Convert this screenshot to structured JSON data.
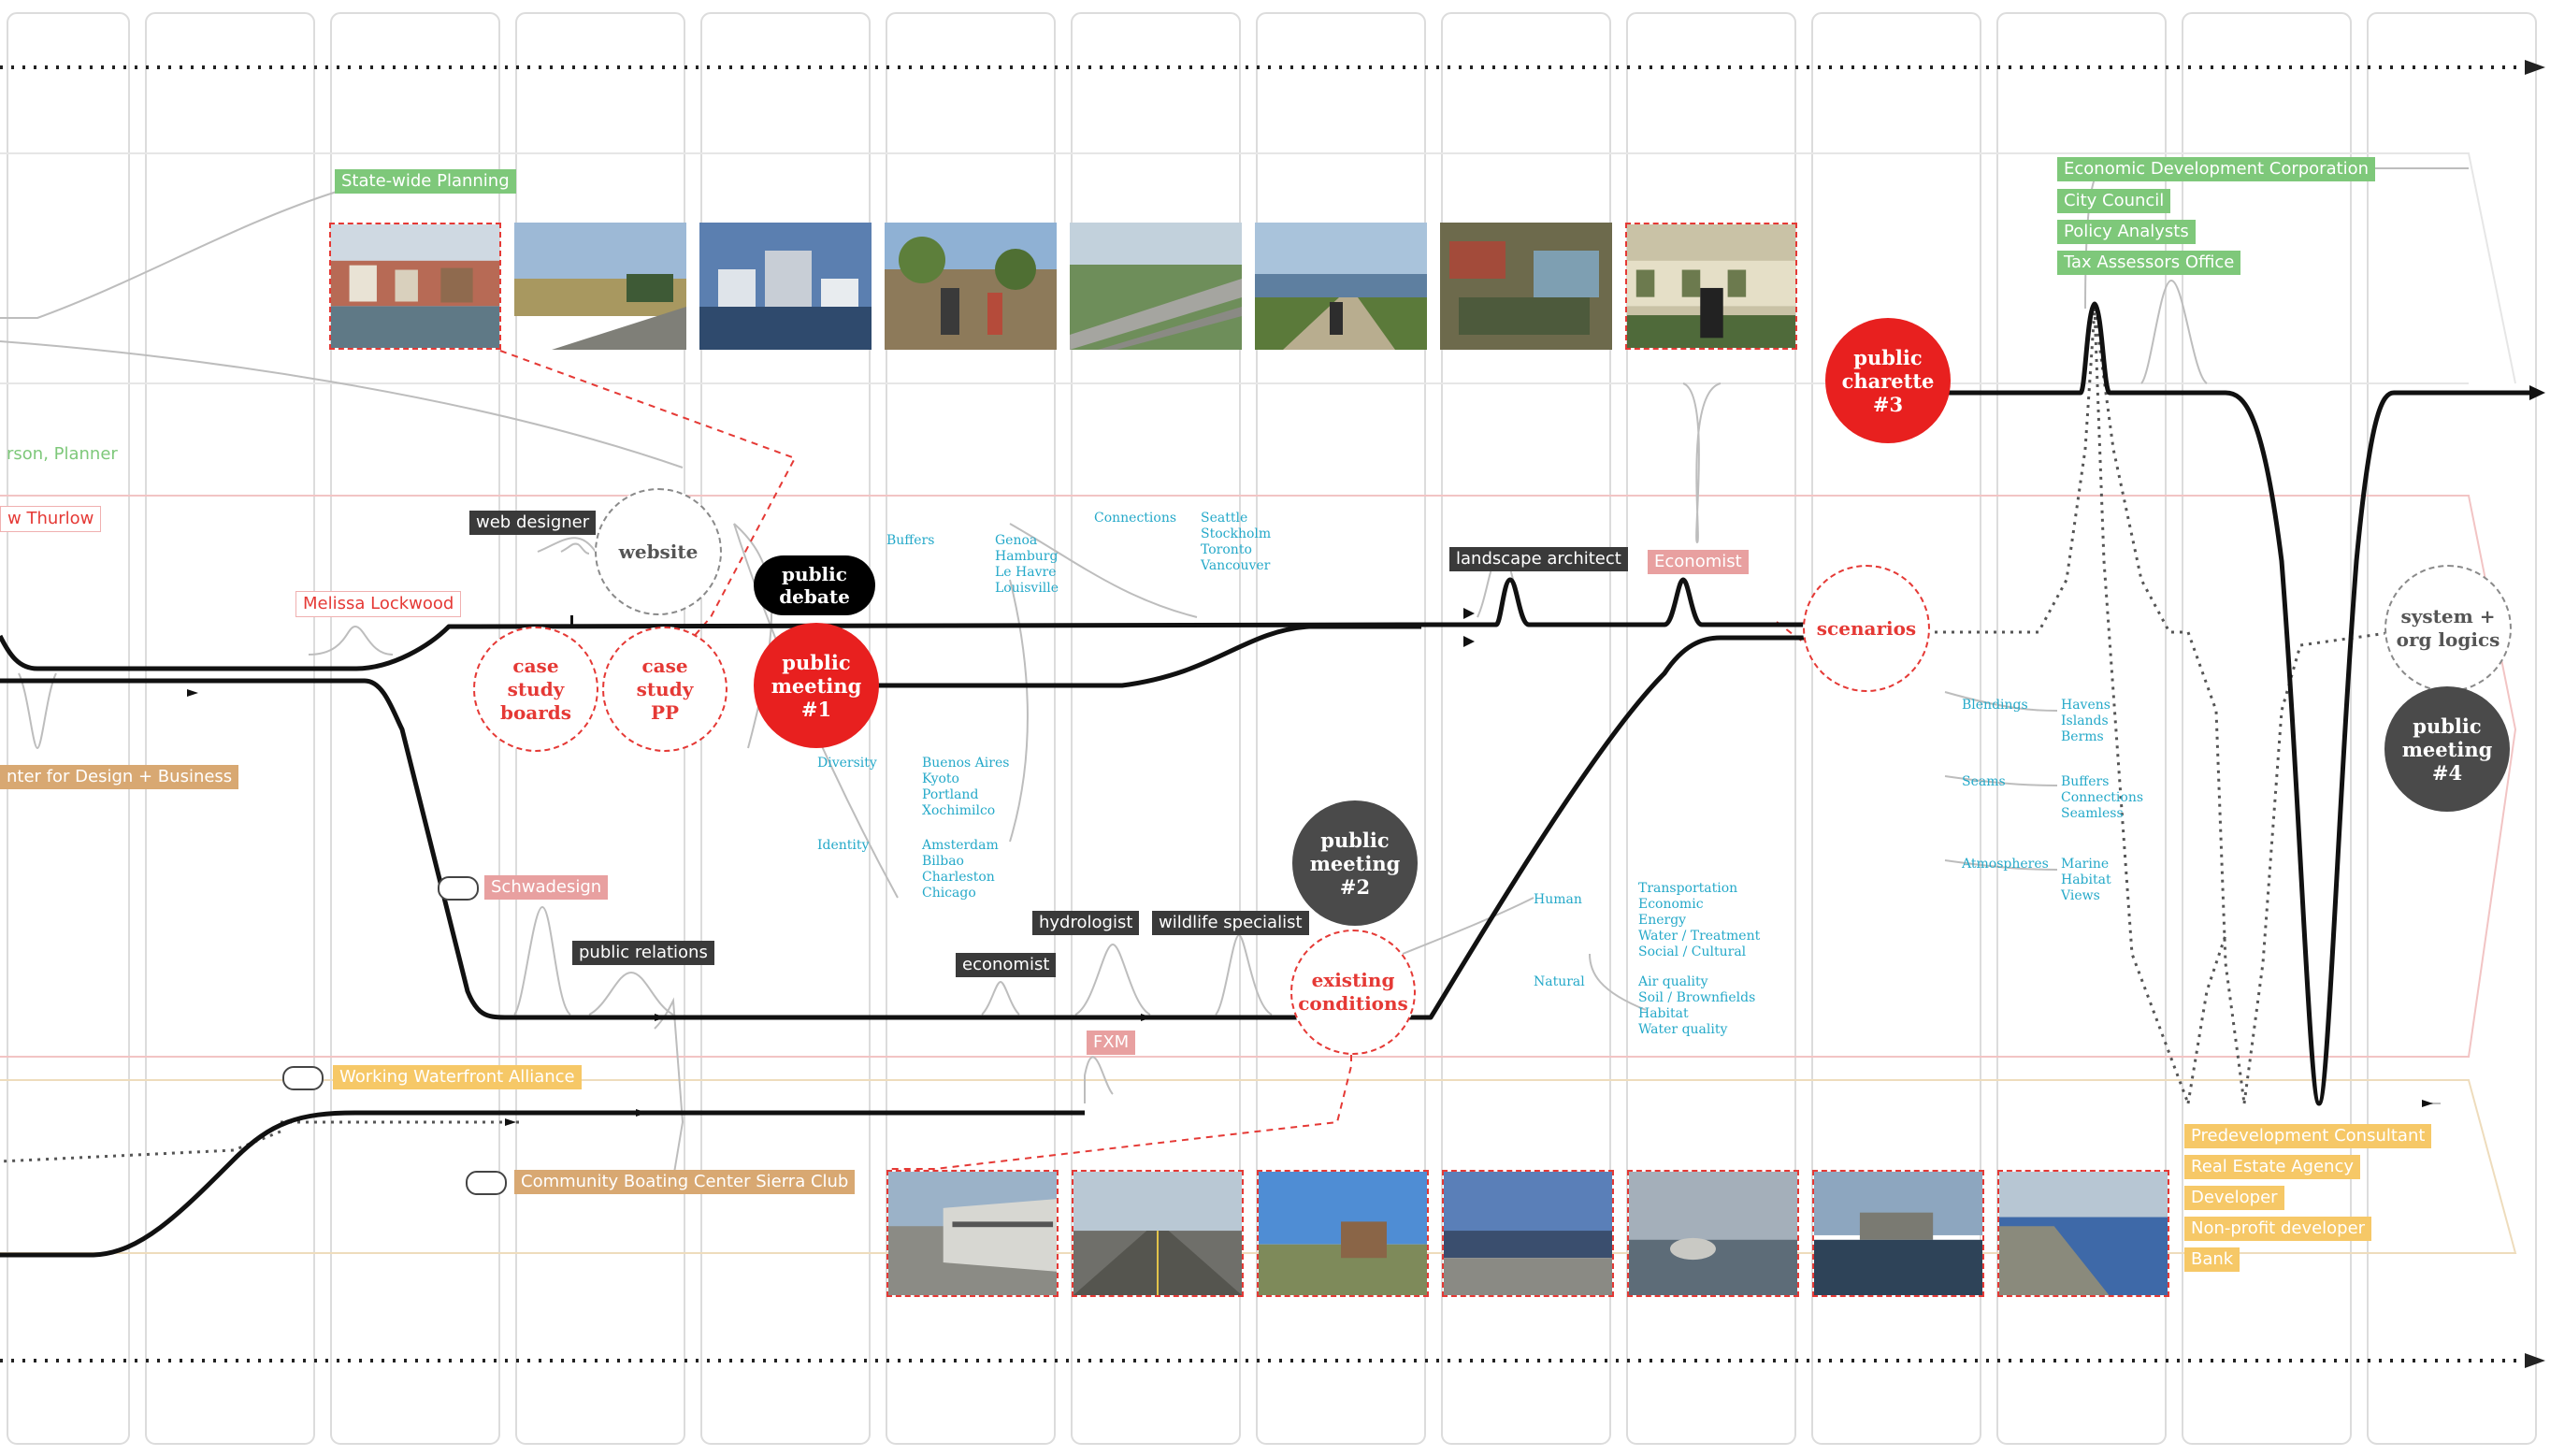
{
  "colors": {
    "green": "#7ec87a",
    "red": "#e8201f",
    "pink": "#e8a0a0",
    "dark": "#3a3a3a",
    "tan": "#d8a872",
    "yellow": "#f6c867",
    "cyan": "#25a9c9"
  },
  "labels": {
    "state_wide_planning": "State-wide Planning",
    "planner_partial": "rson, Planner",
    "thurlow_partial": "w Thurlow",
    "melissa_lockwood": "Melissa Lockwood",
    "web_designer": "web designer",
    "center_design_business": "nter for Design + Business",
    "schwadesign": "Schwadesign",
    "public_relations": "public relations",
    "economist_dark": "economist",
    "hydrologist": "hydrologist",
    "wildlife_specialist": "wildlife specialist",
    "fxm": "FXM",
    "landscape_architect": "landscape architect",
    "economist_pink": "Economist",
    "working_waterfront": "Working Waterfront Alliance",
    "community_boating": "Community Boating Center  Sierra Club"
  },
  "right_top_labels": [
    "Economic Development Corporation",
    "City Council",
    "Policy Analysts",
    "Tax Assessors Office"
  ],
  "right_bottom_labels": [
    "Predevelopment Consultant",
    "Real Estate Agency",
    "Developer",
    "Non-profit developer",
    "Bank"
  ],
  "nodes": {
    "website": "website",
    "public_debate": "public\ndebate",
    "public_meeting_1": "public\nmeeting\n#1",
    "case_study_boards": "case\nstudy\nboards",
    "case_study_pp": "case\nstudy\nPP",
    "public_meeting_2": "public\nmeeting\n#2",
    "existing_conditions": "existing\nconditions",
    "public_charette_3": "public\ncharette\n#3",
    "scenarios": "scenarios",
    "system_org_logics": "system +\norg logics",
    "public_meeting_4": "public\nmeeting\n#4"
  },
  "annotations": {
    "buffers": "Buffers",
    "buffers_cities": "Genoa\nHamburg\nLe Havre\nLouisville",
    "connections": "Connections",
    "connections_cities": "Seattle\nStockholm\nToronto\nVancouver",
    "diversity": "Diversity",
    "diversity_cities": "Buenos Aires\nKyoto\nPortland\nXochimilco",
    "identity": "Identity",
    "identity_cities": "Amsterdam\nBilbao\nCharleston\nChicago",
    "human": "Human",
    "human_items": "Transportation\nEconomic\nEnergy\nWater / Treatment\nSocial / Cultural",
    "natural": "Natural",
    "natural_items": "Air quality\nSoil / Brownfields\nHabitat\nWater quality",
    "blendings": "Blendings",
    "blendings_items": "Havens\nIslands\nBerms",
    "seams": "Seams",
    "seams_items": "Buffers\nConnections\nSeamless",
    "atmospheres": "Atmospheres",
    "atmospheres_items": "Marine\nHabitat\nViews"
  }
}
